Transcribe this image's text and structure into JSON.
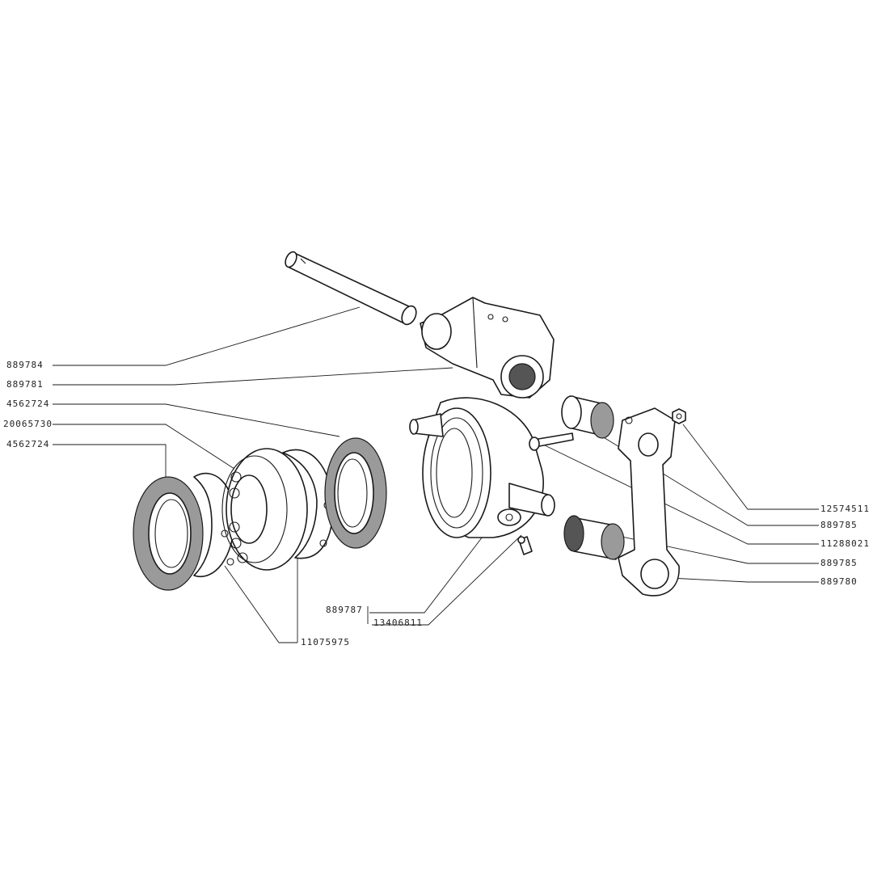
{
  "diagram": {
    "labels": {
      "l_889784": "889784",
      "l_889781": "889781",
      "l_4562724_a": "4562724",
      "l_20065730": "20065730",
      "l_4562724_b": "4562724",
      "l_12574511": "12574511",
      "l_889785_a": "889785",
      "l_11288021": "11288021",
      "l_889785_b": "889785",
      "l_889780": "889780",
      "l_889787": "889787",
      "l_13406811": "13406811",
      "l_11075975": "11075975"
    }
  }
}
